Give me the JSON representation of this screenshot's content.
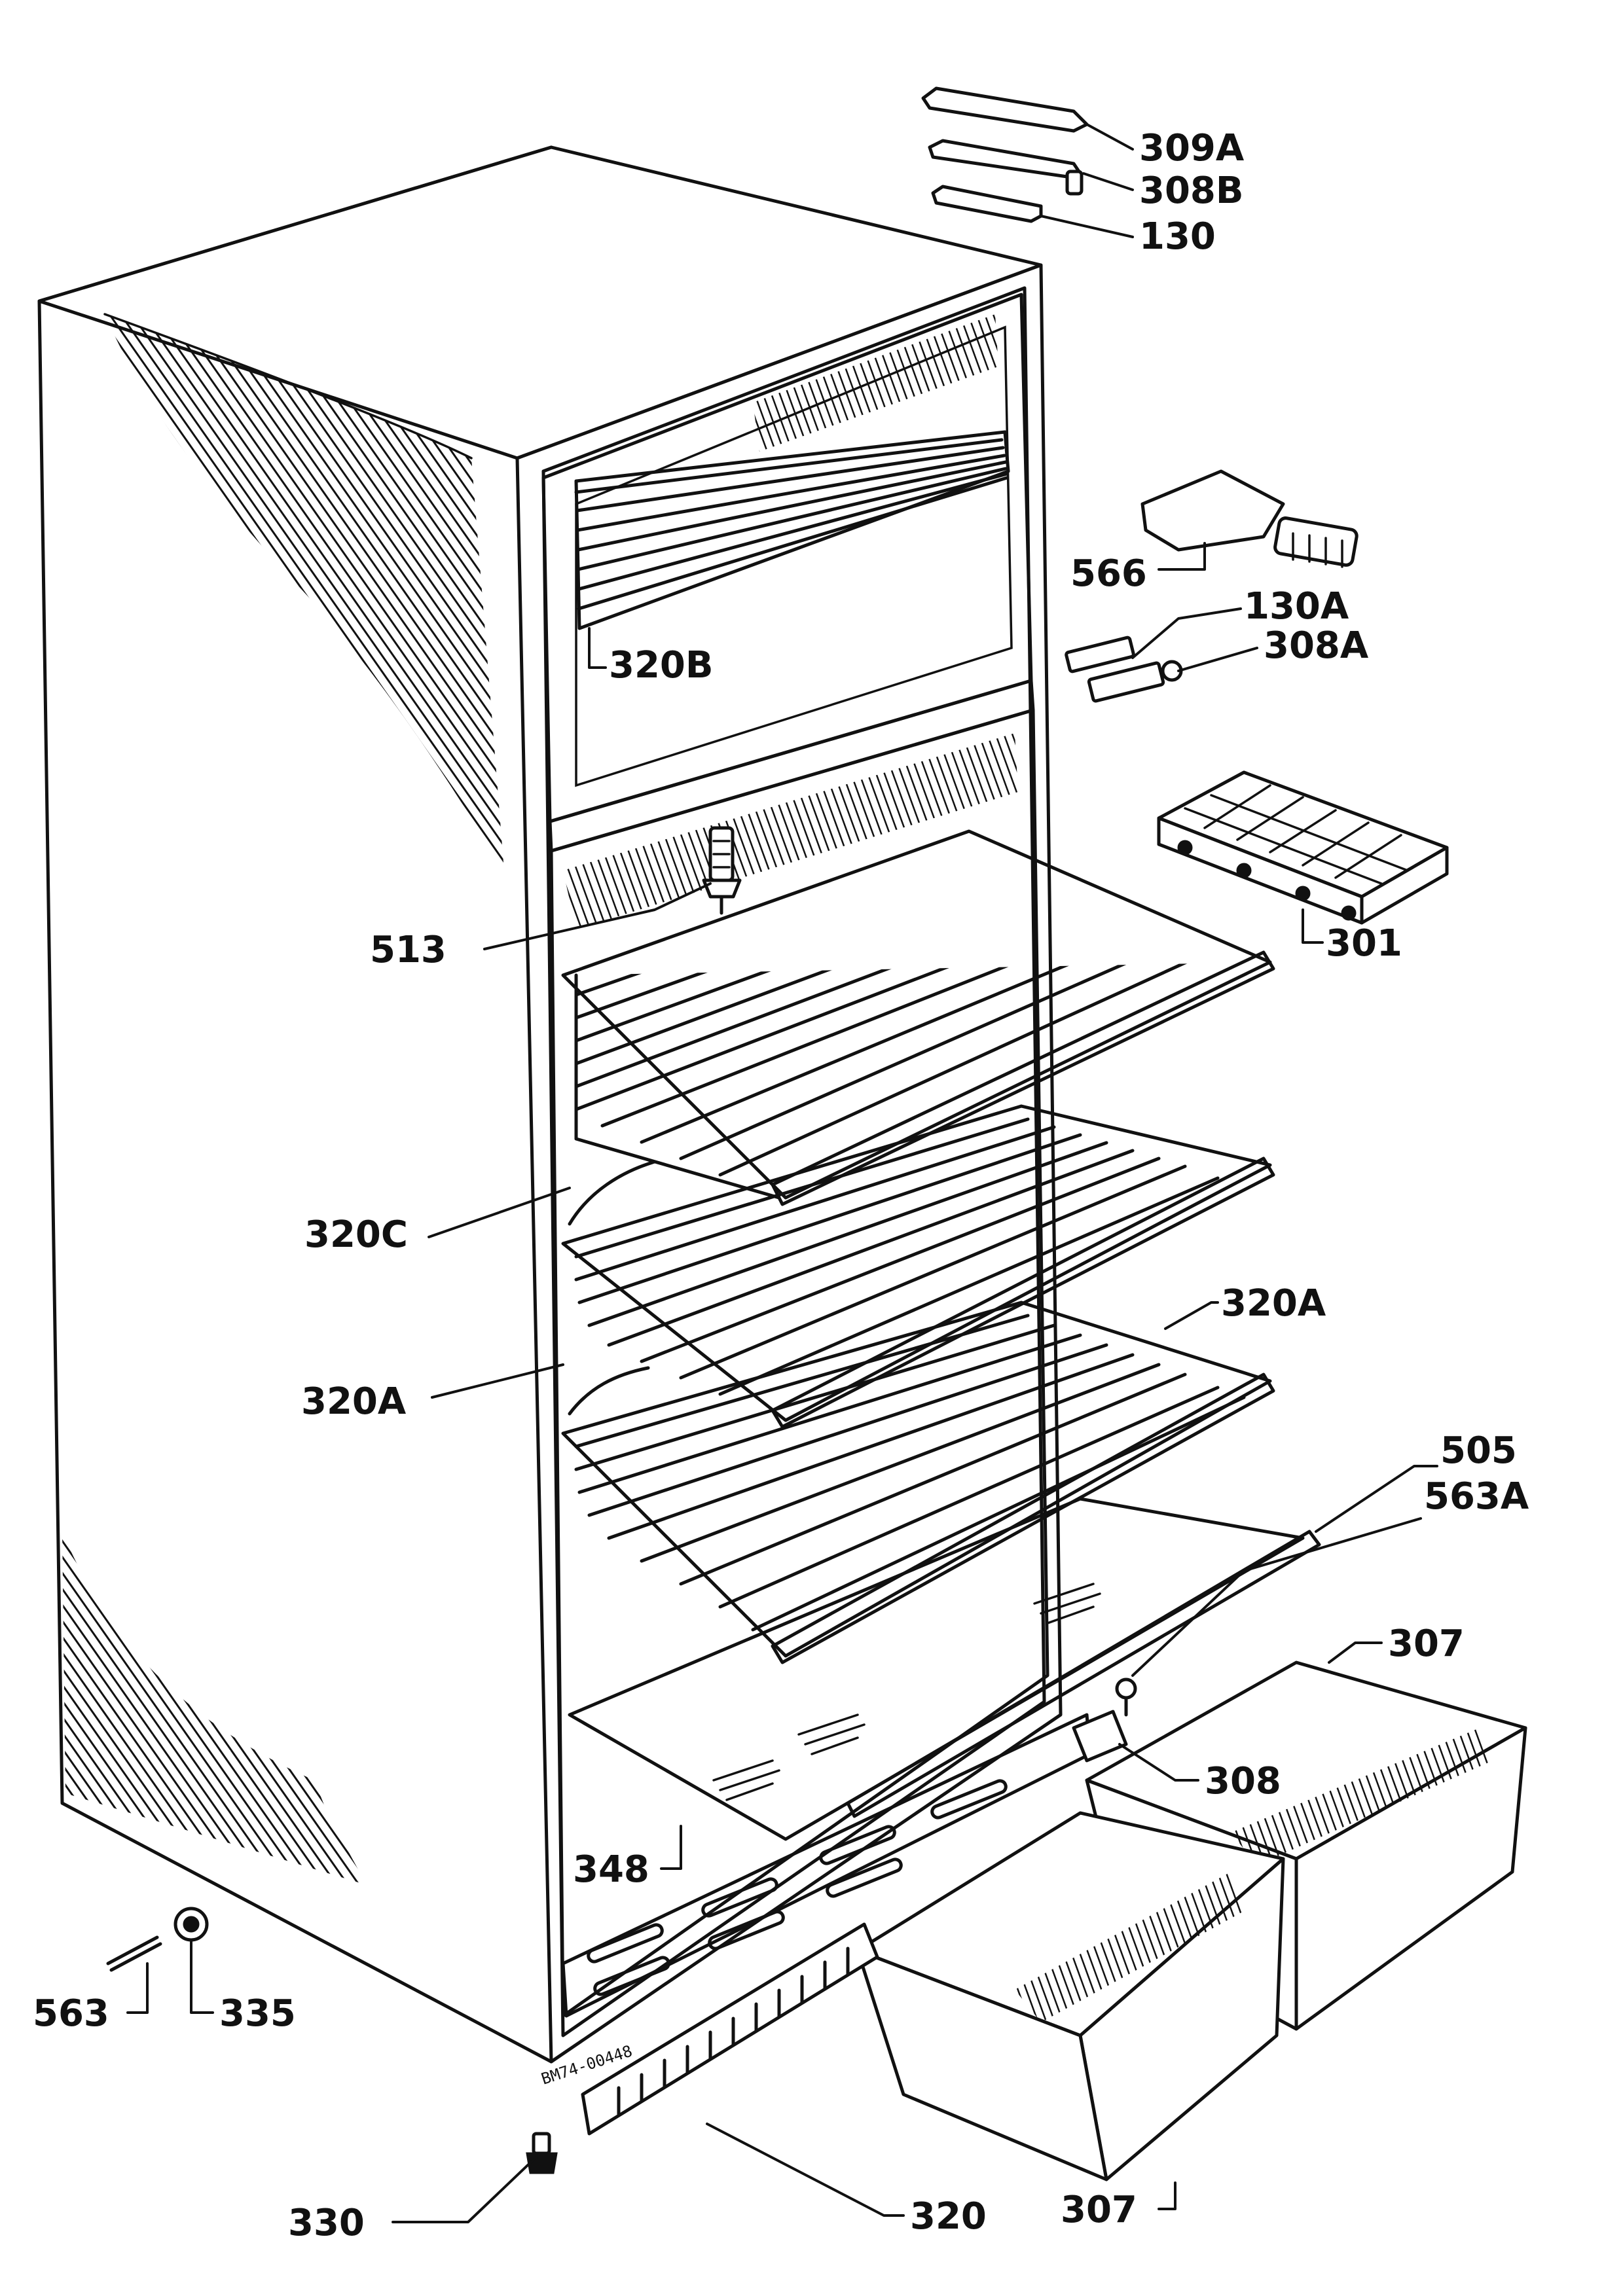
{
  "diagram": {
    "serial": "BM74-00448",
    "labels": {
      "p309A": "309A",
      "p308B": "308B",
      "p130": "130",
      "p566": "566",
      "p130A": "130A",
      "p308A": "308A",
      "p320B": "320B",
      "p301": "301",
      "p513": "513",
      "p320C": "320C",
      "p320A_right": "320A",
      "p320A_left": "320A",
      "p505": "505",
      "p563A": "563A",
      "p307_top": "307",
      "p308": "308",
      "p348": "348",
      "p563": "563",
      "p335": "335",
      "p330": "330",
      "p320": "320",
      "p307_bottom": "307"
    }
  }
}
